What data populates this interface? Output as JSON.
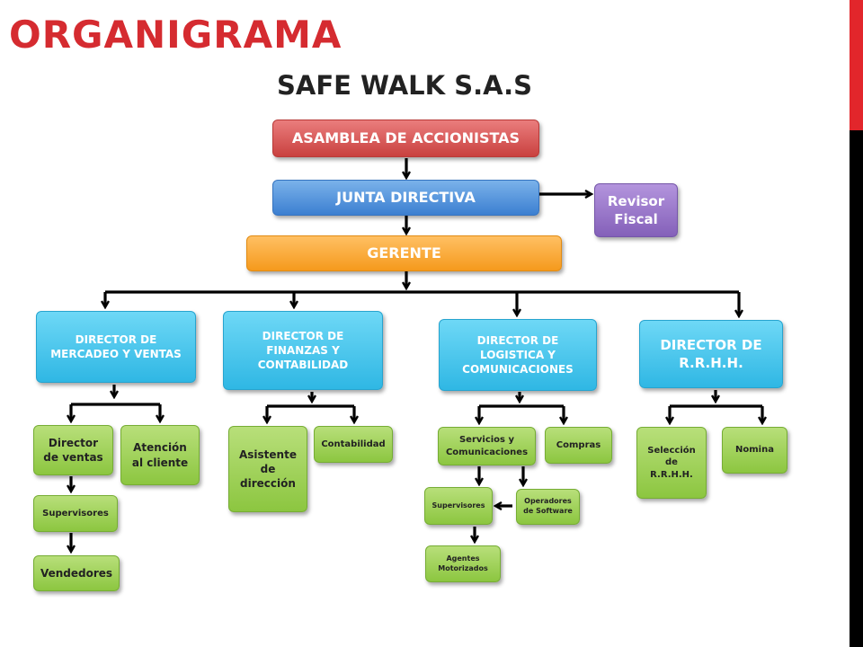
{
  "slide": {
    "title": "ORGANIGRAMA"
  },
  "org": {
    "title": "SAFE WALK S.A.S",
    "asamblea": "ASAMBLEA DE ACCIONISTAS",
    "junta": "JUNTA DIRECTIVA",
    "revisor": "Revisor\nFiscal",
    "gerente": "GERENTE",
    "dir_mercadeo": "DIRECTOR DE\nMERCADEO Y VENTAS",
    "dir_finanzas": "DIRECTOR DE\nFINANZAS Y\nCONTABILIDAD",
    "dir_logistica": "DIRECTOR DE\nLOGISTICA Y\nCOMUNICACIONES",
    "dir_rrhh": "DIRECTOR DE\nR.R.H.H.",
    "director_ventas": "Director\nde ventas",
    "atencion_cliente": "Atención\nal cliente",
    "supervisores_ventas": "Supervisores",
    "vendedores": "Vendedores",
    "asistente": "Asistente\nde\ndirección",
    "contabilidad": "Contabilidad",
    "servicios": "Servicios y\nComunicaciones",
    "compras": "Compras",
    "supervisores_logistica": "Supervisores",
    "operadores": "Operadores\nde Software",
    "agentes": "Agentes\nMotorizados",
    "seleccion": "Selección\nde\nR.R.H.H.",
    "nomina": "Nomina"
  },
  "colors": {
    "slide_title": "#d52b30",
    "red_box": "#c9413f",
    "blue_box": "#3c7fd1",
    "purple_box": "#8460b9",
    "orange_box": "#f59a1c",
    "cyan_box": "#2fb7e4",
    "green_box": "#8cc640"
  }
}
